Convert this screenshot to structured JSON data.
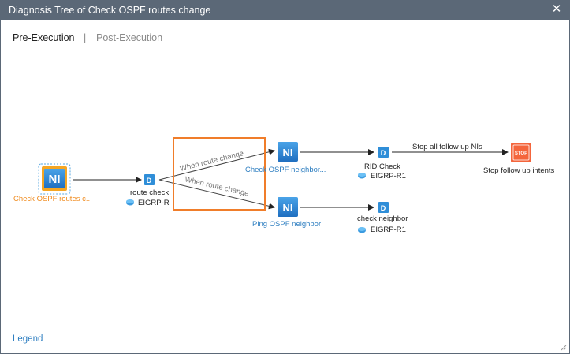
{
  "dialog": {
    "title": "Diagnosis Tree of Check OSPF routes change",
    "close_icon": "close-icon"
  },
  "tabs": {
    "pre": "Pre-Execution",
    "separator": "|",
    "post": "Post-Execution",
    "active": "pre"
  },
  "tree": {
    "root": {
      "label": "Check OSPF routes c...",
      "icon": "ni-icon"
    },
    "route_check": {
      "label": "route check",
      "device": "EIGRP-R"
    },
    "condition_1": "When route change",
    "condition_2": "When route change",
    "check_neighbor_ni": {
      "label": "Check OSPF neighbor...",
      "icon": "ni-icon"
    },
    "ping_neighbor_ni": {
      "label": "Ping OSPF neighbor",
      "icon": "ni-icon"
    },
    "rid_check": {
      "label": "RID Check",
      "device": "EIGRP-R1"
    },
    "check_neighbor": {
      "label": "check neighbor",
      "device": "EIGRP-R1"
    },
    "stop_edge_label": "Stop all follow up NIs",
    "stop_node": {
      "label": "Stop follow up intents",
      "icon_text": "STOP"
    },
    "highlight_color": "#f07d2a"
  },
  "footer": {
    "legend": "Legend"
  },
  "colors": {
    "titlebar": "#5b6877",
    "link_blue": "#2f7fc1",
    "root_orange": "#f08a1c",
    "stop_red": "#f4653c"
  }
}
